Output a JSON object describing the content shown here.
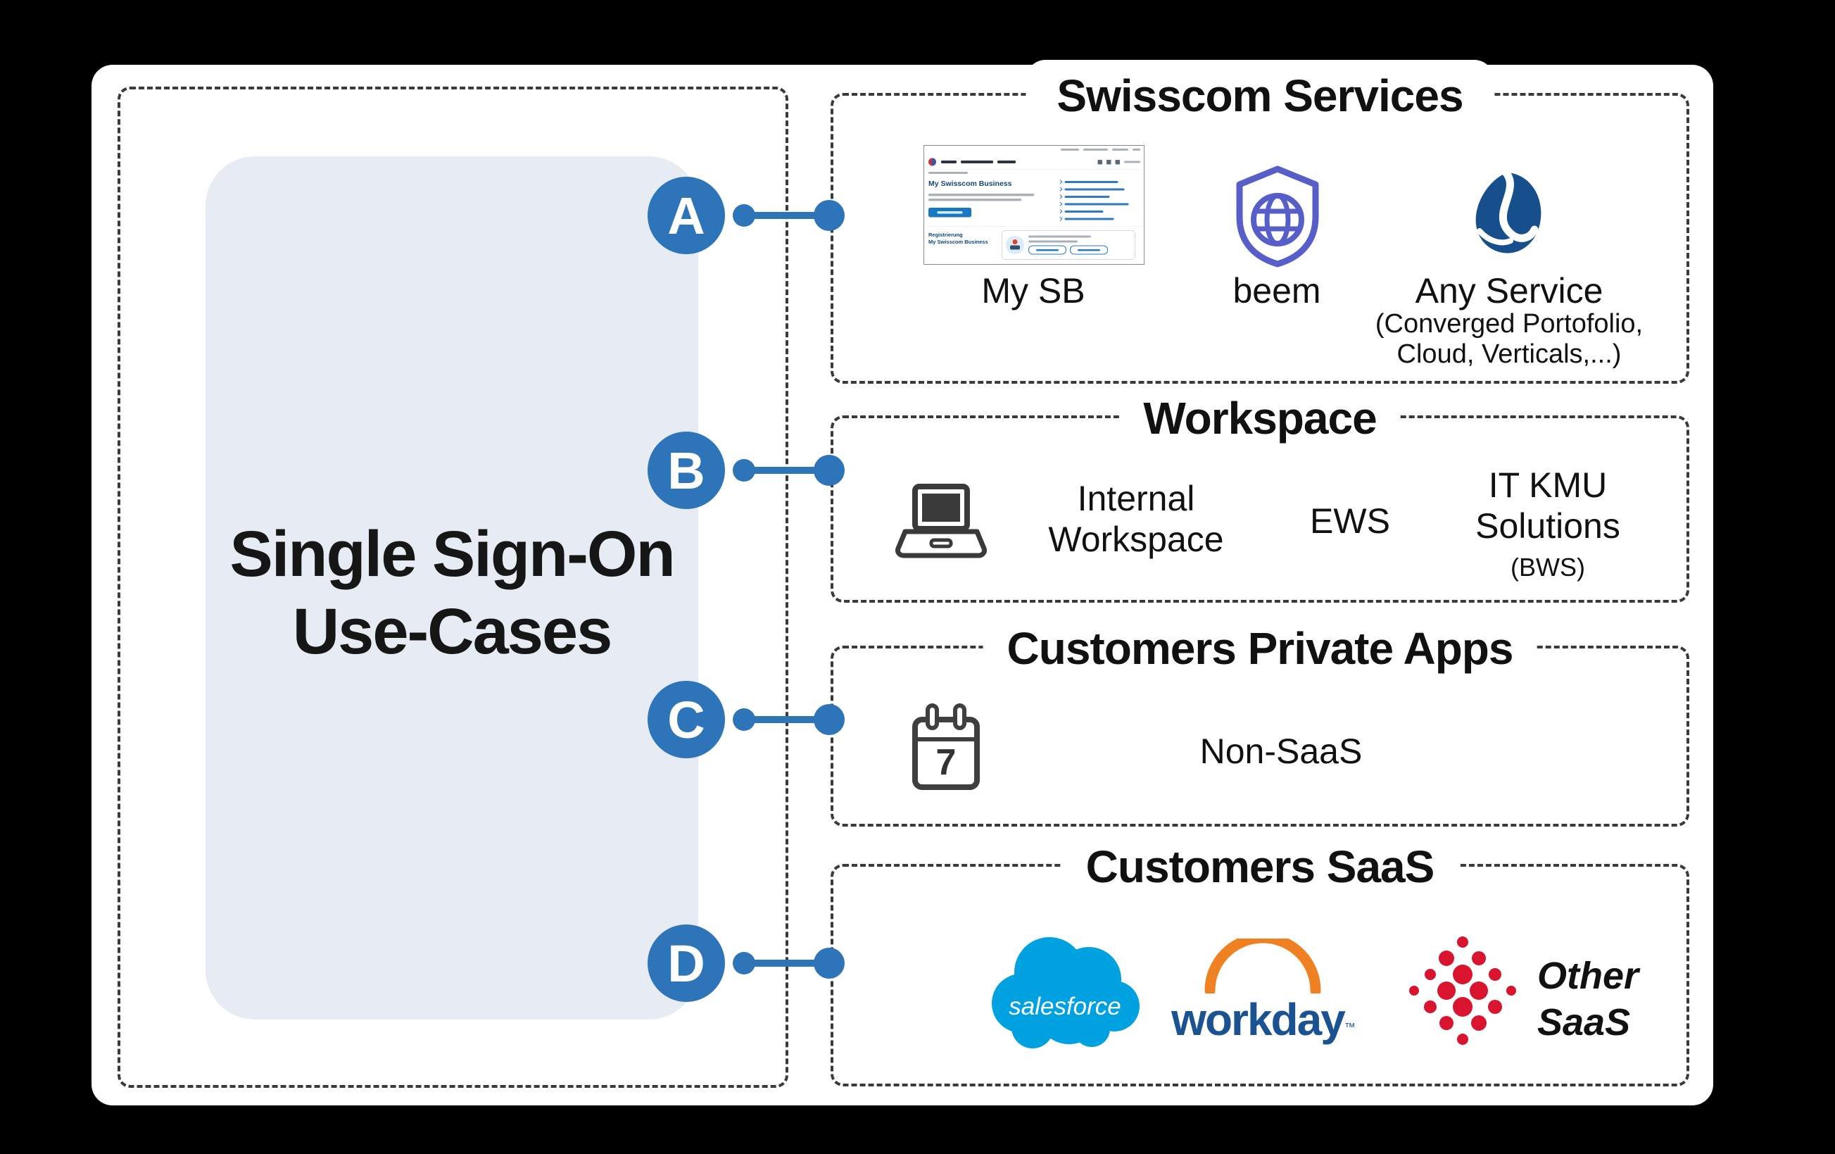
{
  "left_panel": {
    "title_line1": "Single Sign-On",
    "title_line2": "Use-Cases"
  },
  "badges": {
    "a": "A",
    "b": "B",
    "c": "C",
    "d": "D"
  },
  "sections": [
    {
      "title": "Swisscom Services",
      "items": [
        {
          "label": "My SB"
        },
        {
          "label": "beem"
        },
        {
          "label": "Any Service",
          "sublabel_line1": "(Converged Portofolio,",
          "sublabel_line2": "Cloud, Verticals,...)"
        }
      ]
    },
    {
      "title": "Workspace",
      "items": [
        {
          "label_line1": "Internal",
          "label_line2": "Workspace"
        },
        {
          "label": "EWS"
        },
        {
          "label_line1": "IT KMU",
          "label_line2": "Solutions",
          "sublabel": "(BWS)"
        }
      ]
    },
    {
      "title": "Customers Private Apps",
      "items": [
        {
          "label": "Non-SaaS"
        }
      ]
    },
    {
      "title": "Customers SaaS",
      "items": [
        {
          "label": "salesforce"
        },
        {
          "label": "workday",
          "tm": "™"
        },
        {
          "label_line1": "Other",
          "label_line2": "SaaS"
        }
      ]
    }
  ],
  "mysb_screenshot": {
    "heading": "My Swisscom Business",
    "registration_line1": "Registrierung",
    "registration_line2": "My Swisscom Business"
  },
  "calendar_icon": {
    "day": "7"
  },
  "colors": {
    "badge_blue": "#2E74B8",
    "pale_panel": "#E7ECF4",
    "beem_purple": "#575EC8",
    "swisscom_blue": "#174F8D",
    "salesforce_blue": "#00A1E0",
    "workday_text_blue": "#1B5291",
    "workday_arc_orange": "#F08123",
    "other_saas_red": "#D8142F",
    "dash_border": "#3a3a3a"
  }
}
